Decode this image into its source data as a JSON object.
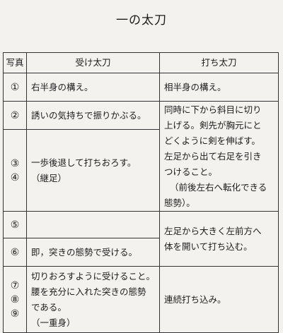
{
  "title": "一の太刀",
  "headers": {
    "photo": "写真",
    "receiver": "受け太刀",
    "striker": "打ち太刀"
  },
  "rows": {
    "r1": {
      "photo": [
        "①"
      ],
      "receiver": [
        "右半身の構え。"
      ],
      "striker": [
        "相半身の構え。"
      ]
    },
    "r2": {
      "photo": [
        "②"
      ],
      "receiver": [
        "誘いの気持ちで振りかぶる。"
      ],
      "striker": [
        "同時に下から斜目に切り",
        "上げる。剣先が胸元にと",
        "どくように剣を伸ばす。",
        "左足から出て右足を引き",
        "つけること。",
        "（前後左右へ転化できる",
        "態勢）。"
      ]
    },
    "r3": {
      "photo": [
        "③",
        "④"
      ],
      "receiver": [
        "一歩後退して打ちおろす。",
        "（継足）"
      ]
    },
    "r4": {
      "photo": [
        "⑤"
      ],
      "receiver": [
        ""
      ],
      "striker": [
        "左足から大きく左前方へ",
        "体を開いて打ち込む。"
      ]
    },
    "r5": {
      "photo": [
        "⑥"
      ],
      "receiver": [
        "即，突きの態勢で受ける。"
      ]
    },
    "r6": {
      "photo": [
        "⑦",
        "⑧",
        "⑨"
      ],
      "receiver": [
        "切りおろすように受けること。",
        "腰を充分に入れた突きの態勢",
        "である。",
        "（一重身）"
      ],
      "striker": [
        "連続打ち込み。"
      ]
    }
  }
}
